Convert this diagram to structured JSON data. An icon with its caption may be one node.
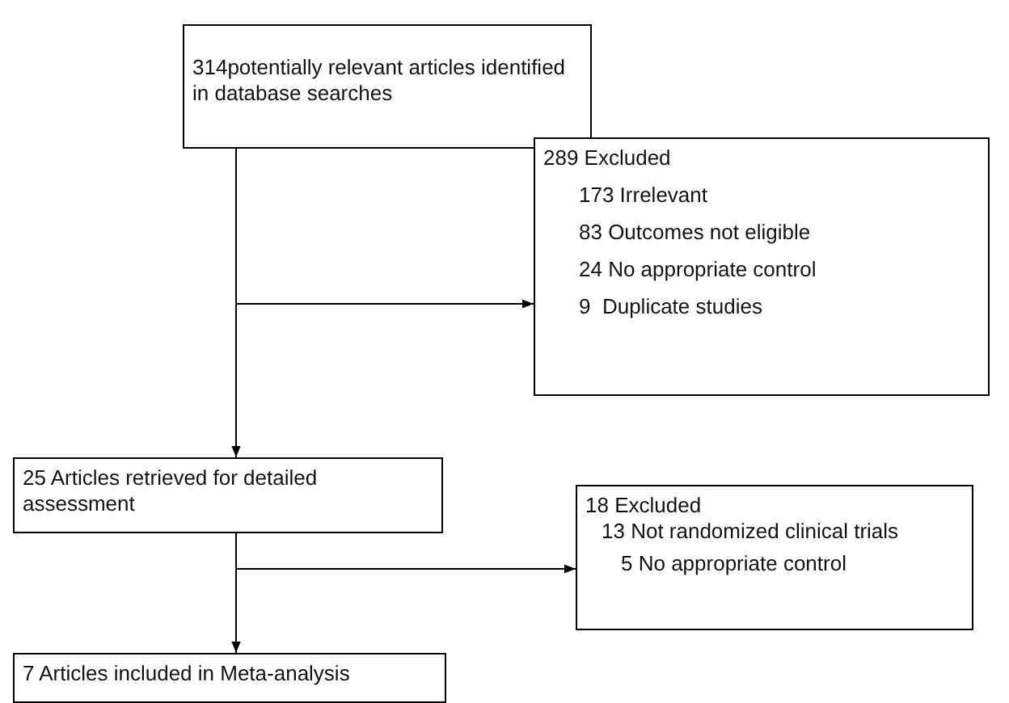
{
  "diagram": {
    "nodes": [
      {
        "text": [
          "314potentially relevant articles identified in database searches"
        ]
      },
      {
        "text": [
          "289 Excluded",
          "173 Irrelevant",
          "83 Outcomes not eligible",
          "24 No appropriate control",
          "9  Duplicate studies"
        ]
      },
      {
        "text": [
          "25 Articles retrieved for detailed assessment"
        ]
      },
      {
        "text": [
          "18 Excluded",
          "13 Not randomized clinical trials",
          "5 No appropriate control"
        ]
      },
      {
        "text": [
          "7 Articles included in Meta-analysis"
        ]
      }
    ],
    "edges": [
      {
        "from": 0,
        "to": 1,
        "arrow": "to"
      },
      {
        "from": 0,
        "to": 2,
        "arrow": "to"
      },
      {
        "from": 2,
        "to": 3,
        "arrow": "to"
      },
      {
        "from": 2,
        "to": 4,
        "arrow": "to"
      }
    ]
  }
}
